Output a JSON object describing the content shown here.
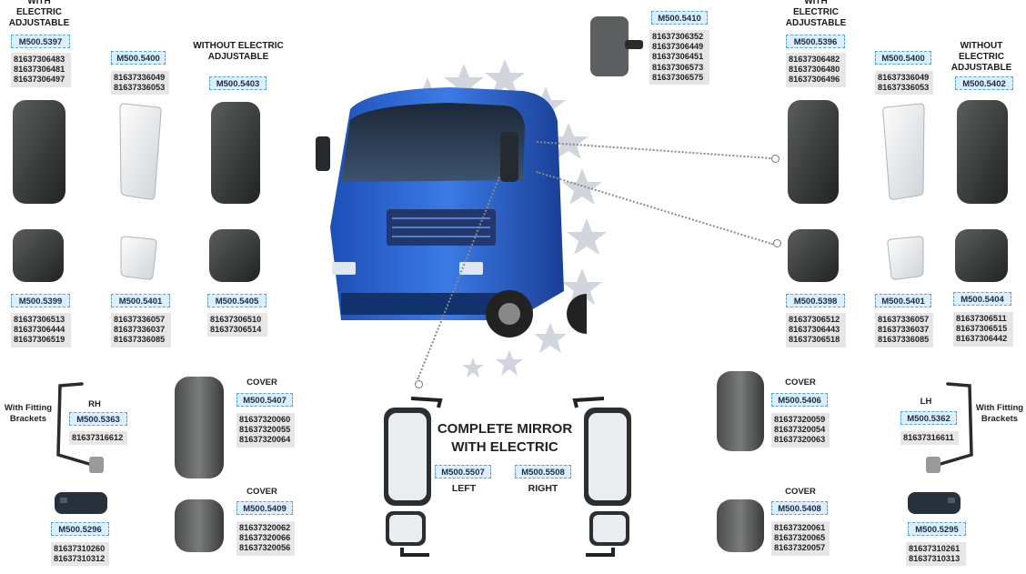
{
  "headings": {
    "with_electric_left": "WITH ELECTRIC\nADJUSTABLE",
    "without_electric_left": "WITHOUT ELECTRIC\nADJUSTABLE",
    "with_electric_right": "WITH ELECTRIC\nADJUSTABLE",
    "without_electric_right": "WITHOUT ELECTRIC\nADJUSTABLE",
    "complete_mirror": "COMPLETE MIRROR\nWITH ELECTRIC",
    "left": "LEFT",
    "right": "RIGHT",
    "with_fitting_left": "With Fitting\nBrackets",
    "with_fitting_right": "With Fitting\nBrackets",
    "rh": "RH",
    "lh": "LH",
    "cover": "COVER"
  },
  "parts": {
    "p5397": {
      "code": "M500.5397",
      "nums": [
        "81637306483",
        "81637306481",
        "81637306497"
      ]
    },
    "p5400L": {
      "code": "M500.5400",
      "nums": [
        "81637336049",
        "81637336053"
      ]
    },
    "p5403": {
      "code": "M500.5403",
      "nums": []
    },
    "p5399": {
      "code": "M500.5399",
      "nums": [
        "81637306513",
        "81637306444",
        "81637306519"
      ]
    },
    "p5401L": {
      "code": "M500.5401",
      "nums": [
        "81637336057",
        "81637336037",
        "81637336085"
      ]
    },
    "p5405": {
      "code": "M500.5405",
      "nums": [
        "81637306510",
        "81637306514"
      ]
    },
    "p5363": {
      "code": "M500.5363",
      "nums": [
        "81637316612"
      ]
    },
    "p5407": {
      "code": "M500.5407",
      "nums": [
        "81637320060",
        "81637320055",
        "81637320064"
      ]
    },
    "p5296": {
      "code": "M500.5296",
      "nums": [
        "81637310260",
        "81637310312"
      ]
    },
    "p5409": {
      "code": "M500.5409",
      "nums": [
        "81637320062",
        "81637320066",
        "81637320056"
      ]
    },
    "p5410": {
      "code": "M500.5410",
      "nums": [
        "81637306352",
        "81637306449",
        "81637306451",
        "81637306573",
        "81637306575"
      ]
    },
    "p5507": {
      "code": "M500.5507"
    },
    "p5508": {
      "code": "M500.5508"
    },
    "p5396": {
      "code": "M500.5396",
      "nums": [
        "81637306482",
        "81637306480",
        "81637306496"
      ]
    },
    "p5400R": {
      "code": "M500.5400",
      "nums": [
        "81637336049",
        "81637336053"
      ]
    },
    "p5402": {
      "code": "M500.5402",
      "nums": []
    },
    "p5398": {
      "code": "M500.5398",
      "nums": [
        "81637306512",
        "81637306443",
        "81637306518"
      ]
    },
    "p5401R": {
      "code": "M500.5401",
      "nums": [
        "81637336057",
        "81637336037",
        "81637336085"
      ]
    },
    "p5404": {
      "code": "M500.5404",
      "nums": [
        "81637306511",
        "81637306515",
        "81637306442"
      ]
    },
    "p5406": {
      "code": "M500.5406",
      "nums": [
        "81637320059",
        "81637320054",
        "81637320063"
      ]
    },
    "p5362": {
      "code": "M500.5362",
      "nums": [
        "81637316611"
      ]
    },
    "p5408": {
      "code": "M500.5408",
      "nums": [
        "81637320061",
        "81637320065",
        "81637320057"
      ]
    },
    "p5295": {
      "code": "M500.5295",
      "nums": [
        "81637310261",
        "81637310313"
      ]
    }
  }
}
